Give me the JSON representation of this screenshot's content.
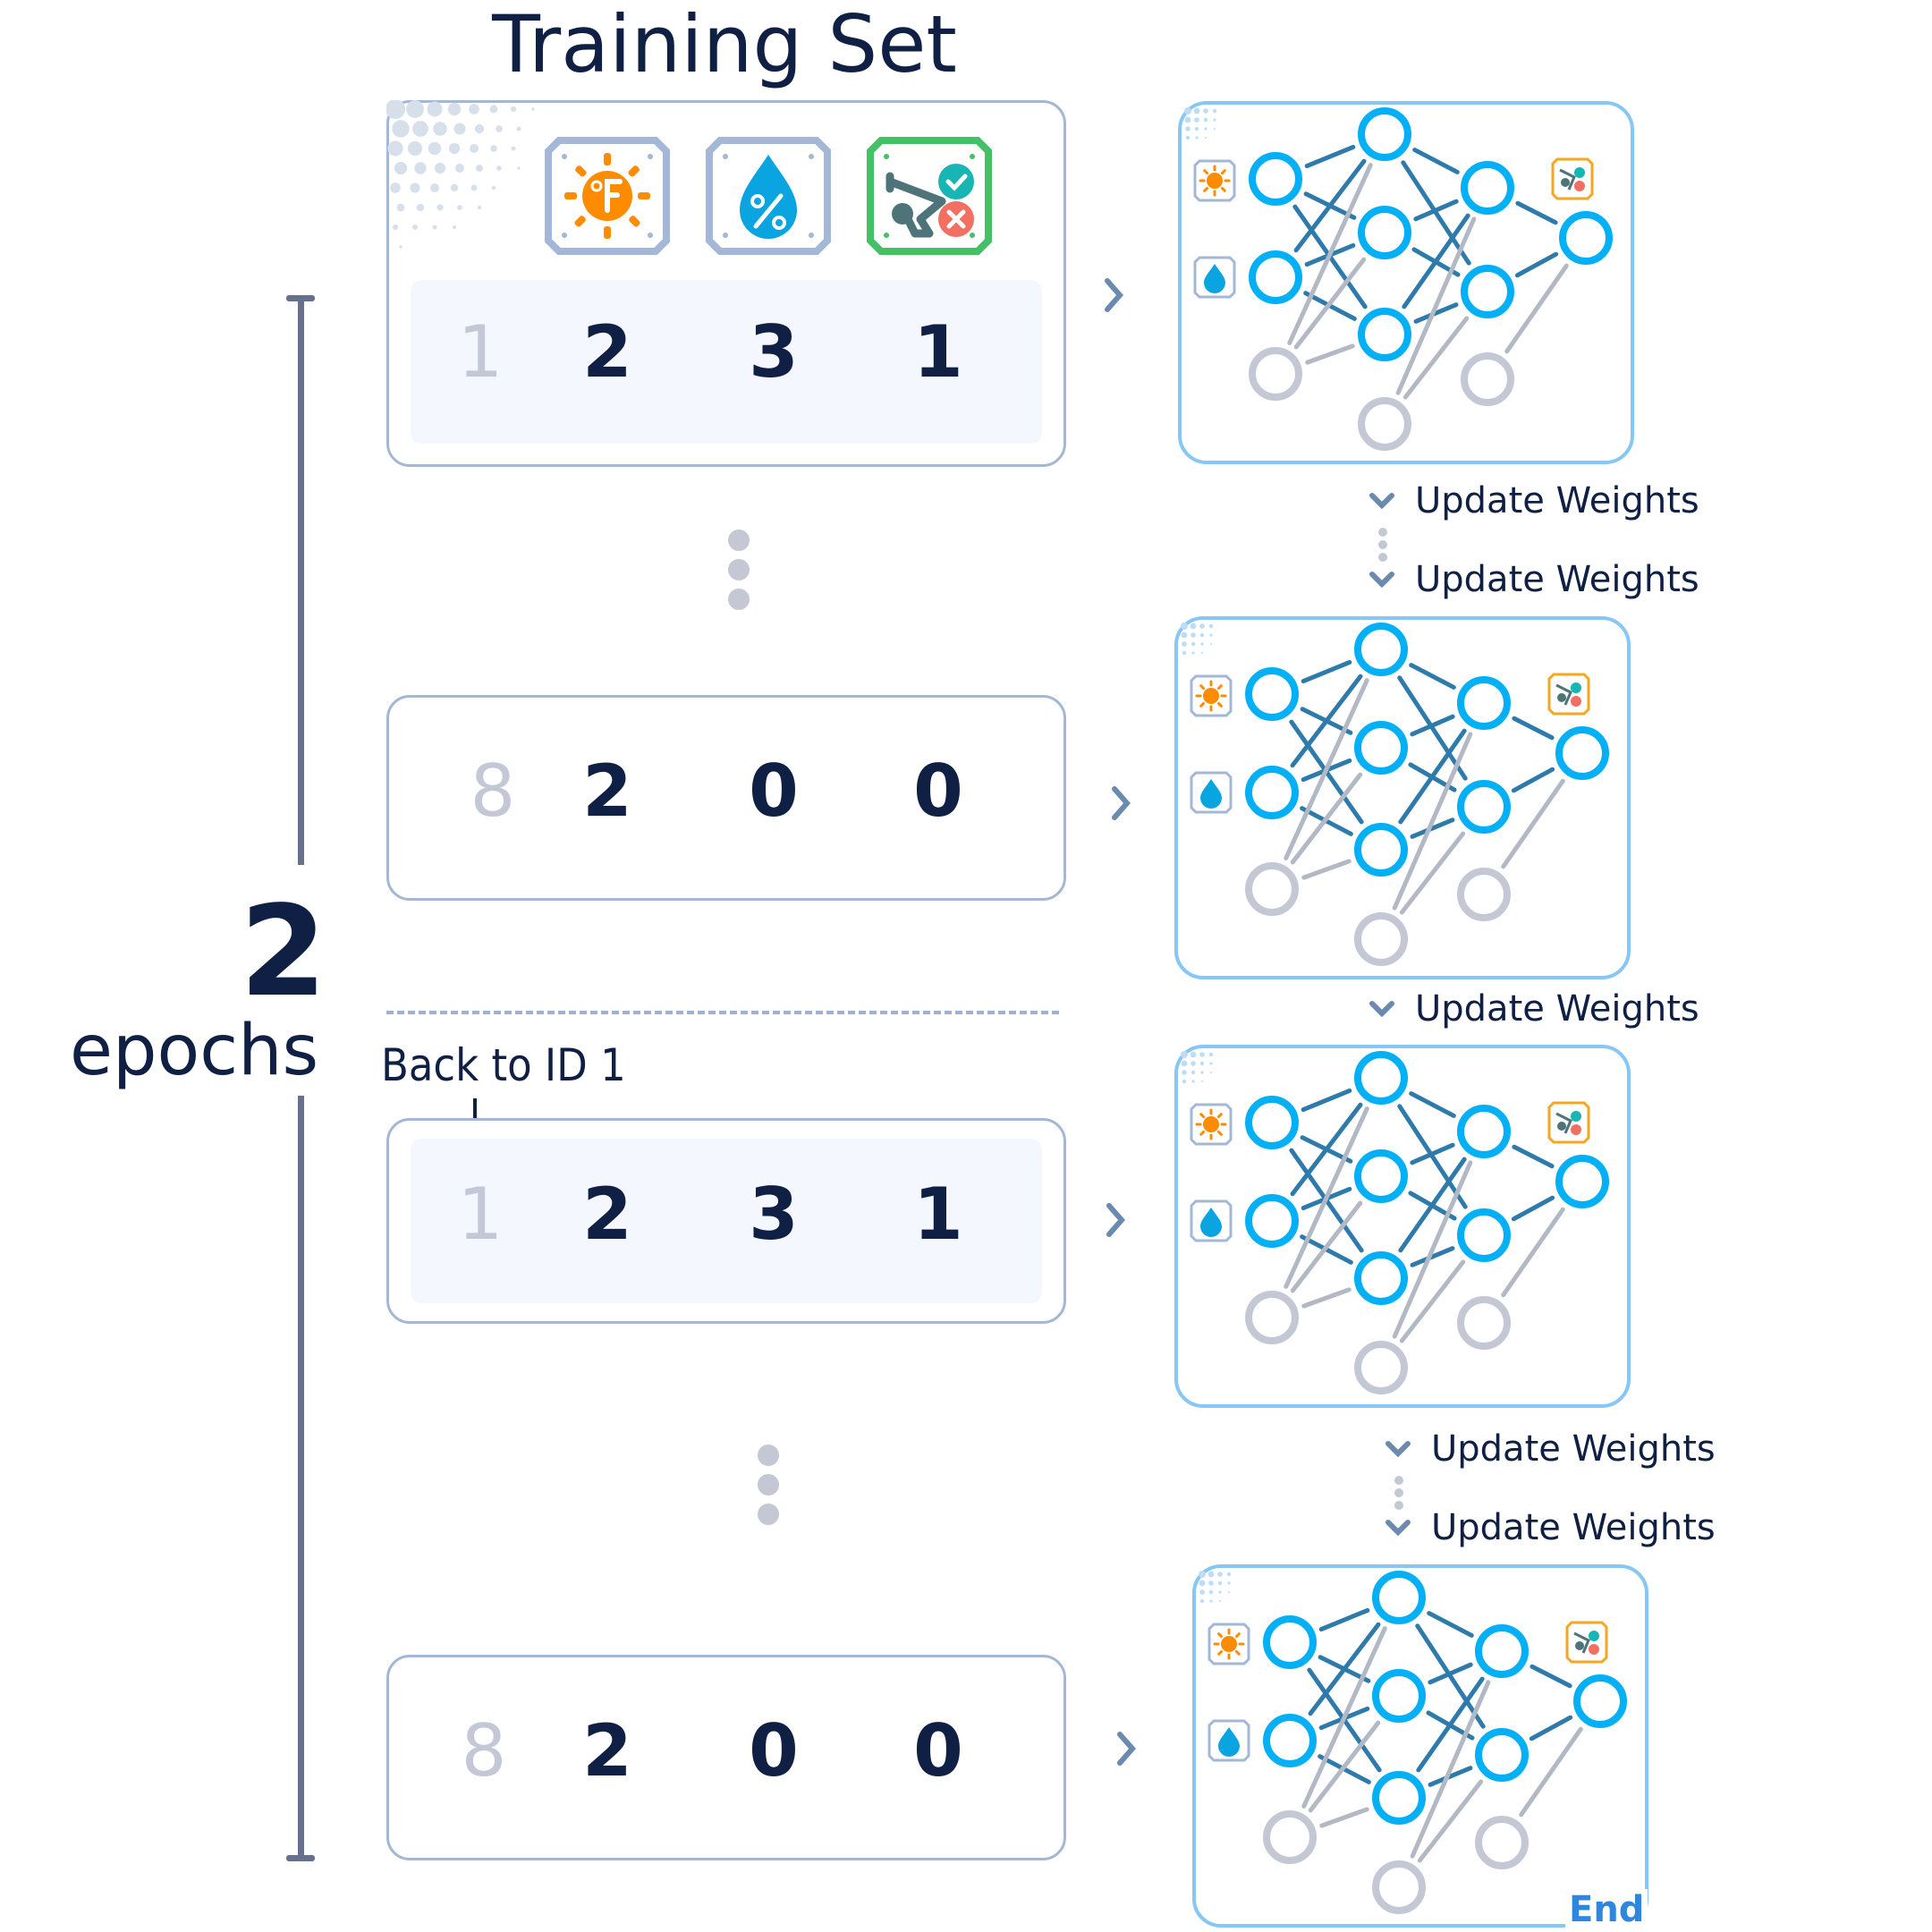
{
  "title": "Training Set",
  "features": [
    {
      "name": "temperature",
      "icon": "sun-fahrenheit-icon",
      "border": "#a3b7d6",
      "color": "#ff8c00"
    },
    {
      "name": "humidity",
      "icon": "water-drop-percent-icon",
      "border": "#a3b7d6",
      "color": "#0aa5e0"
    },
    {
      "name": "play-golf",
      "icon": "golfer-yes-no-icon",
      "border": "#45c067",
      "color": "#4e7479"
    }
  ],
  "rows": [
    {
      "id": "1",
      "values": [
        "2",
        "3",
        "1"
      ]
    },
    {
      "id": "8",
      "values": [
        "2",
        "0",
        "0"
      ]
    },
    {
      "id": "1",
      "values": [
        "2",
        "3",
        "1"
      ]
    },
    {
      "id": "8",
      "values": [
        "2",
        "0",
        "0"
      ]
    }
  ],
  "epochs": {
    "count": "2",
    "label": "epochs"
  },
  "back_label": "Back to ID 1",
  "update_label": "Update Weights",
  "updates": [
    "Update Weights",
    "Update Weights",
    "Update Weights",
    "Update Weights",
    "Update Weights"
  ],
  "end_label": "End",
  "colors": {
    "navy": "#0f2044",
    "node_active": "#03b0f5",
    "node_inactive": "#c4c7d4",
    "edge_active": "#2e7bab",
    "edge_inactive": "#b3b8c5",
    "frame": "#86c7f5",
    "box_border": "#a3b7d6",
    "output_icon_border": "#f5a623"
  }
}
